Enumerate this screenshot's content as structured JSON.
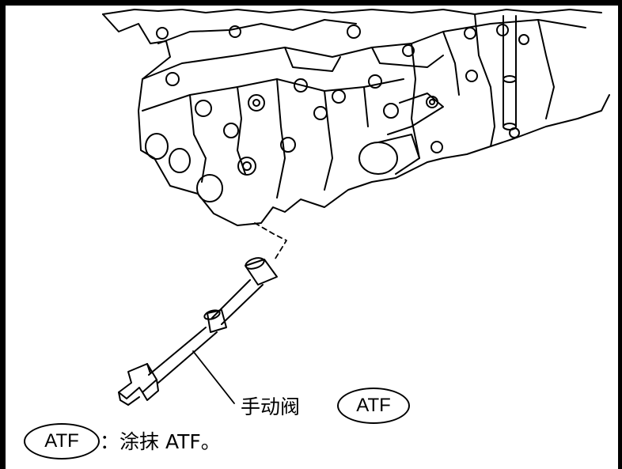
{
  "part_label": "手动阀",
  "part_badge": "ATF",
  "legend": {
    "badge": "ATF",
    "text": "：涂抹 ATF。"
  }
}
